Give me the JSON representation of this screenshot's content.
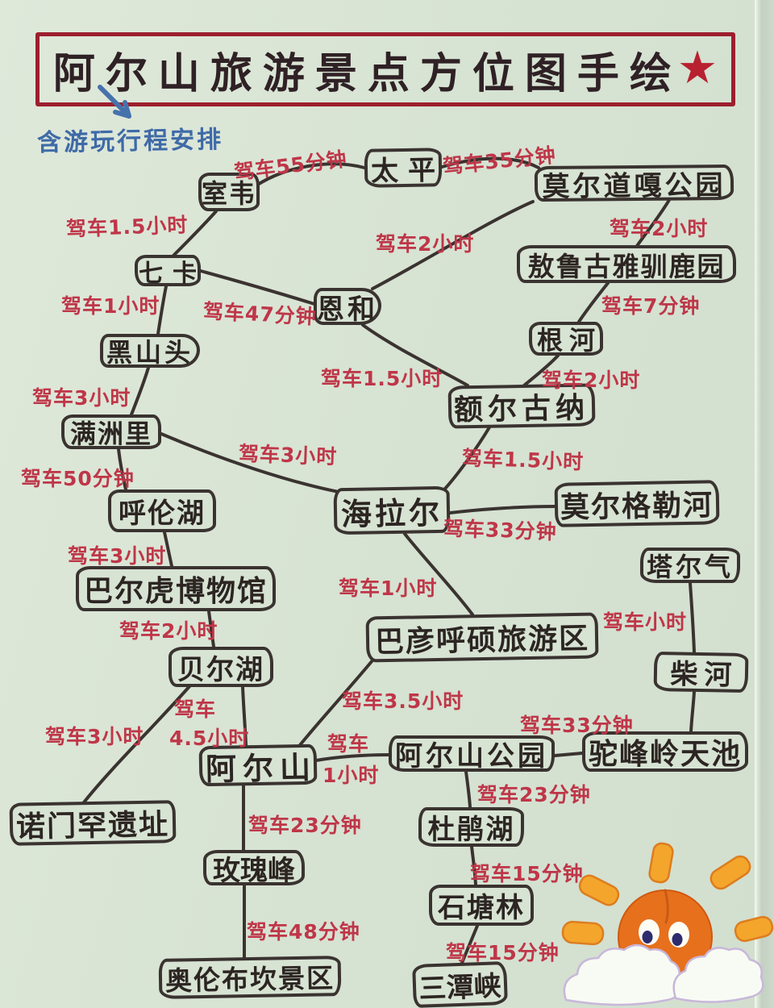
{
  "title": {
    "text": "阿尔山旅游景点方位图手绘",
    "star": "★"
  },
  "subtitle": "含游玩行程安排",
  "colors": {
    "paper": "#d7e3d3",
    "ink": "#3a3330",
    "route_label_red": "#bf3648",
    "title_border_red": "#9c1f2e",
    "annotation_blue": "#3f6aa8",
    "sun_orange": "#e7701d",
    "ray_yellow": "#f4a52c"
  },
  "map": {
    "nodes": [
      {
        "id": "shiwei",
        "label": "室韦"
      },
      {
        "id": "taiping",
        "label": "太平"
      },
      {
        "id": "moerdaoga-park",
        "label": "莫尔道嘎公园"
      },
      {
        "id": "qika",
        "label": "七卡"
      },
      {
        "id": "enhe",
        "label": "恩和"
      },
      {
        "id": "aoluguya-reindeer-park",
        "label": "敖鲁古雅驯鹿园"
      },
      {
        "id": "genhe",
        "label": "根河"
      },
      {
        "id": "heishantou",
        "label": "黑山头"
      },
      {
        "id": "eerguna",
        "label": "额尔古纳"
      },
      {
        "id": "manzhouli",
        "label": "满洲里"
      },
      {
        "id": "hailaer",
        "label": "海拉尔"
      },
      {
        "id": "moergele-river",
        "label": "莫尔格勒河"
      },
      {
        "id": "hulun-lake",
        "label": "呼伦湖"
      },
      {
        "id": "taerqi",
        "label": "塔尔气"
      },
      {
        "id": "barhu-museum",
        "label": "巴尔虎博物馆"
      },
      {
        "id": "bayanhushuo-area",
        "label": "巴彦呼硕旅游区"
      },
      {
        "id": "chaihe",
        "label": "柴河"
      },
      {
        "id": "beier-lake",
        "label": "贝尔湖"
      },
      {
        "id": "aershan",
        "label": "阿尔山"
      },
      {
        "id": "aershan-park",
        "label": "阿尔山公园"
      },
      {
        "id": "tuofengling-tianchi",
        "label": "驼峰岭天池"
      },
      {
        "id": "nuomenhan-site",
        "label": "诺门罕遗址"
      },
      {
        "id": "dujuan-lake",
        "label": "杜鹃湖"
      },
      {
        "id": "meigui-peak",
        "label": "玫瑰峰"
      },
      {
        "id": "shitanglin",
        "label": "石塘林"
      },
      {
        "id": "aolunbukan-area",
        "label": "奥伦布坎景区"
      },
      {
        "id": "santan-gorge",
        "label": "三潭峡"
      }
    ],
    "edge_labels": [
      {
        "text": "驾车55分钟"
      },
      {
        "text": "驾车35分钟"
      },
      {
        "text": "驾车1.5小时"
      },
      {
        "text": "驾车2小时"
      },
      {
        "text": "驾车2小时"
      },
      {
        "text": "驾车7分钟"
      },
      {
        "text": "驾车1小时"
      },
      {
        "text": "驾车47分钟"
      },
      {
        "text": "驾车1.5小时"
      },
      {
        "text": "驾车2小时"
      },
      {
        "text": "驾车3小时"
      },
      {
        "text": "驾车3小时"
      },
      {
        "text": "驾车1.5小时"
      },
      {
        "text": "驾车50分钟"
      },
      {
        "text": "驾车33分钟"
      },
      {
        "text": "驾车3小时"
      },
      {
        "text": "驾车1小时"
      },
      {
        "text": "驾车小时"
      },
      {
        "text": "驾车2小时"
      },
      {
        "text": "驾车3.5小时"
      },
      {
        "text": "驾车"
      },
      {
        "text": "4.5小时"
      },
      {
        "text": "驾车3小时"
      },
      {
        "text": "驾车"
      },
      {
        "text": "1小时"
      },
      {
        "text": "驾车33分钟"
      },
      {
        "text": "驾车23分钟"
      },
      {
        "text": "驾车23分钟"
      },
      {
        "text": "驾车15分钟"
      },
      {
        "text": "驾车48分钟"
      },
      {
        "text": "驾车15分钟"
      }
    ]
  },
  "decor": {
    "sun_icon": "sun-behind-clouds"
  }
}
